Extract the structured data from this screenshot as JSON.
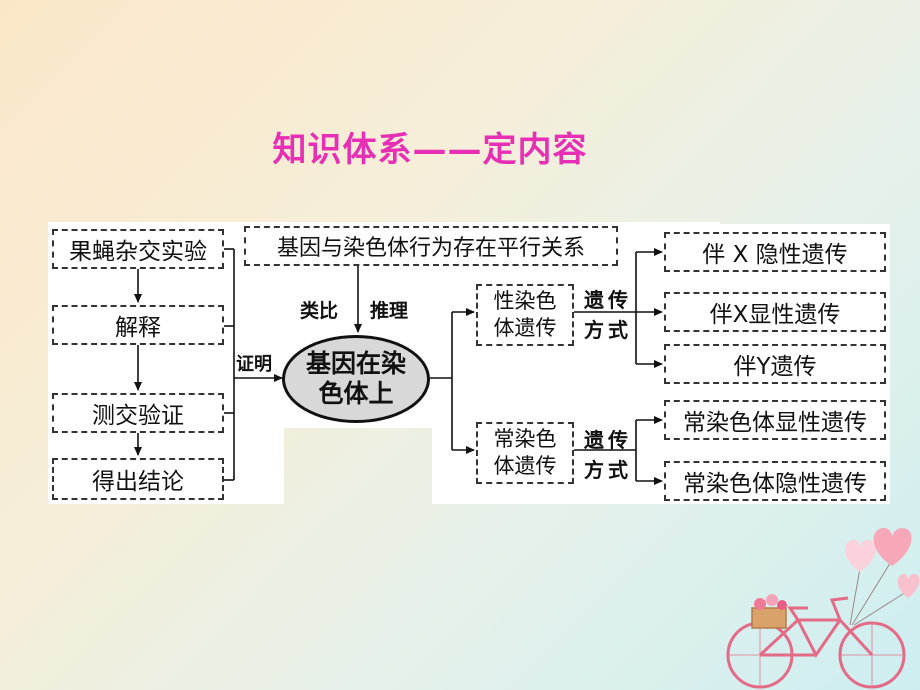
{
  "title": "知识体系——定内容",
  "left_steps": [
    "果蝇杂交实验",
    "解释",
    "测交验证",
    "得出结论"
  ],
  "top_box": "基因与染色体行为存在平行关系",
  "analogy_labels": [
    "类比",
    "推理"
  ],
  "proof_label": "证明",
  "center": [
    "基因在染",
    "色体上"
  ],
  "branches": [
    {
      "name": [
        "性染色",
        "体遗传"
      ],
      "label": [
        "遗传",
        "方式"
      ],
      "outcomes": [
        "伴 X 隐性遗传",
        "伴X显性遗传",
        "伴Y遗传"
      ]
    },
    {
      "name": [
        "常染色",
        "体遗传"
      ],
      "label": [
        "遗传",
        "方式"
      ],
      "outcomes": [
        "常染色体显性遗传",
        "常染色体隐性遗传"
      ]
    }
  ],
  "colors": {
    "title": "#e62fb4",
    "line": "#111111",
    "background_start": "#fbe7c8",
    "background_end": "#cdeef0"
  },
  "decoration": [
    "heart-balloons",
    "bicycle-with-flower-basket"
  ]
}
